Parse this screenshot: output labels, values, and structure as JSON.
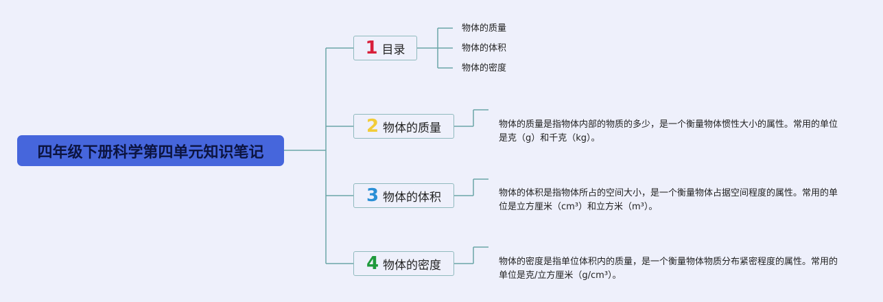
{
  "root": {
    "title": "四年级下册科学第四单元知识笔记"
  },
  "colors": {
    "root_bg": "#4666dc",
    "line": "#6aa6a8",
    "box_border": "#8fb9bd"
  },
  "branches": [
    {
      "number": "1",
      "number_color": "#d81f3a",
      "label": "目录",
      "children": [
        "物体的质量",
        "物体的体积",
        "物体的密度"
      ]
    },
    {
      "number": "2",
      "number_color": "#f2cc38",
      "label": "物体的质量",
      "description": "物体的质量是指物体内部的物质的多少，是一个衡量物体惯性大小的属性。常用的单位是克（g）和千克（kg）。"
    },
    {
      "number": "3",
      "number_color": "#2a8fd6",
      "label": "物体的体积",
      "description": "物体的体积是指物体所占的空间大小，是一个衡量物体占据空间程度的属性。常用的单位是立方厘米（cm³）和立方米（m³）。"
    },
    {
      "number": "4",
      "number_color": "#1f9a3c",
      "label": "物体的密度",
      "description": "物体的密度是指单位体积内的质量，是一个衡量物体物质分布紧密程度的属性。常用的单位是克/立方厘米（g/cm³）。"
    }
  ]
}
